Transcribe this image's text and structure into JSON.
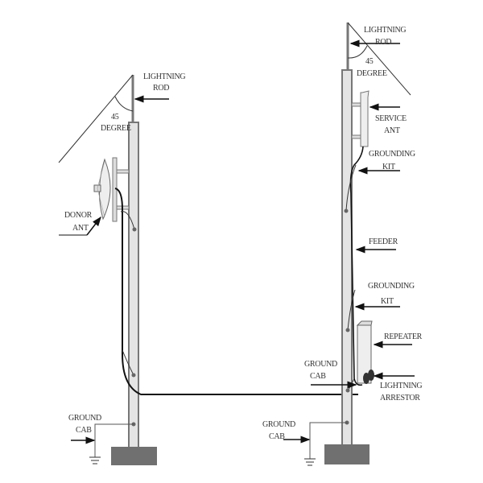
{
  "left_tower": {
    "lightning_rod": [
      "LIGHTNING",
      "ROD"
    ],
    "angle": [
      "45",
      "DEGREE"
    ],
    "donor_ant": [
      "DONOR",
      "ANT"
    ],
    "ground_cab": [
      "GROUND",
      "CAB"
    ]
  },
  "right_tower": {
    "lightning_rod": [
      "LIGHTNING",
      "ROD"
    ],
    "angle": [
      "45",
      "DEGREE"
    ],
    "service_ant": [
      "SERVICE",
      "ANT"
    ],
    "grounding_kit_top": [
      "GROUNDING",
      "KIT"
    ],
    "feeder": "FEEDER",
    "grounding_kit_mid": [
      "GROUNDING",
      "KIT"
    ],
    "repeater": "REPEATER",
    "ground_cab_repeater": [
      "GROUND",
      "CAB"
    ],
    "lightning_arrestor": [
      "LIGHTNING",
      "ARRESTOR"
    ],
    "ground_cab": [
      "GROUND",
      "CAB"
    ]
  },
  "colors": {
    "pole_fill": "#e4e4e4",
    "pole_stroke": "#777777",
    "base": "#707070",
    "line": "#222222"
  }
}
